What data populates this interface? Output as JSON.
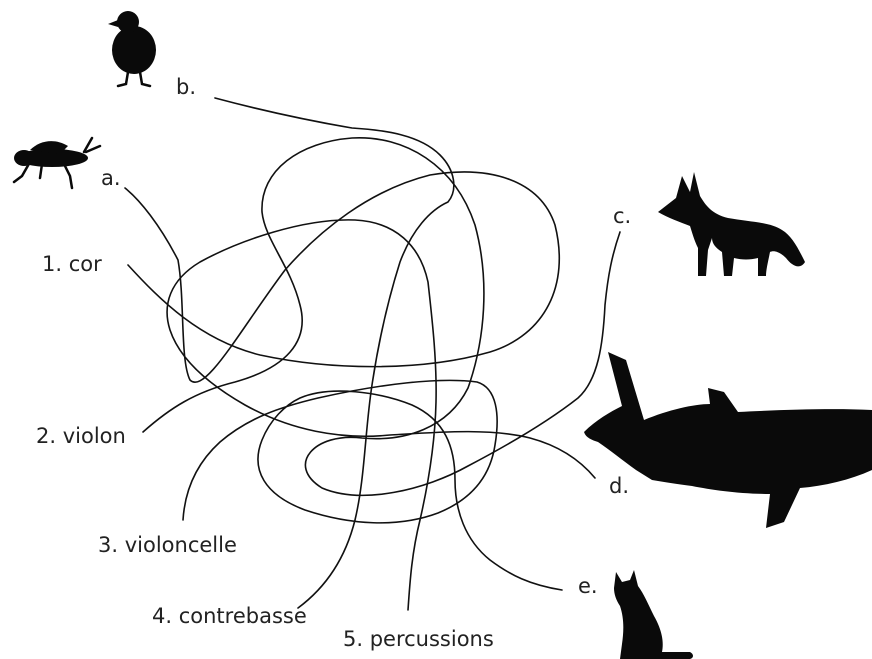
{
  "instruments": [
    {
      "label": "1. cor"
    },
    {
      "label": "2. violon"
    },
    {
      "label": "3. violoncelle"
    },
    {
      "label": "4. contrebasse"
    },
    {
      "label": "5. percussions"
    }
  ],
  "animals": [
    {
      "letter": "a.",
      "icon": "grasshopper-icon"
    },
    {
      "letter": "b.",
      "icon": "chick-icon"
    },
    {
      "letter": "c.",
      "icon": "fox-icon"
    },
    {
      "letter": "d.",
      "icon": "whale-shark-icon"
    },
    {
      "letter": "e.",
      "icon": "cat-icon"
    }
  ],
  "colors": {
    "ink": "#111111",
    "text": "#222222",
    "background": "#ffffff"
  }
}
